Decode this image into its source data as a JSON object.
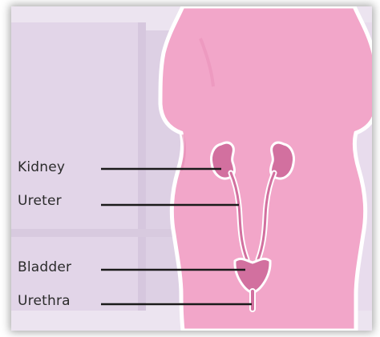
{
  "diagram": {
    "colors": {
      "background": "#ece4f0",
      "panel_light": "#e3d6e8",
      "window_frame": "#d5c4dc",
      "body_fill": "#f2a6c9",
      "body_outline": "#ffffff",
      "organ_fill": "#d2709f",
      "organ_outline": "#ffffff",
      "line": "#1a1a1a",
      "text": "#2b2b2b"
    },
    "labels": {
      "kidney": "Kidney",
      "ureter": "Ureter",
      "bladder": "Bladder",
      "urethra": "Urethra"
    }
  }
}
